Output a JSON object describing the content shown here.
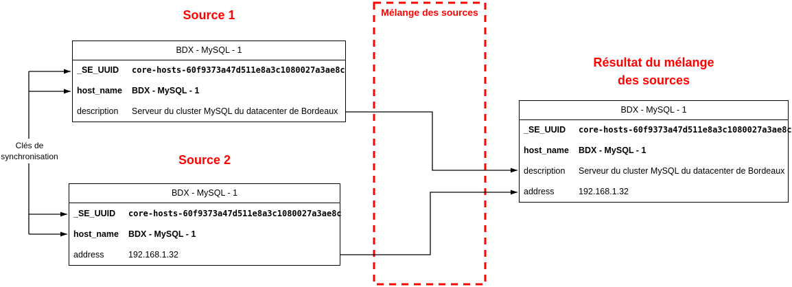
{
  "titles": {
    "source1": "Source 1",
    "source2": "Source 2",
    "merge_zone": "Mélange des sources",
    "result_line1": "Résultat du mélange",
    "result_line2": "des sources"
  },
  "sync_label": {
    "line1": "Clés de",
    "line2": "synchronisation"
  },
  "colors": {
    "accent_red": "#ff0000",
    "connector_black": "#000000",
    "box_border": "#000000",
    "background": "#ffffff"
  },
  "boxes": {
    "source1": {
      "header": "BDX - MySQL - 1",
      "rows": [
        {
          "label": "_SE_UUID",
          "value": "core-hosts-60f9373a47d511e8a3c1080027a3ae8c"
        },
        {
          "label": "host_name",
          "value": "BDX - MySQL - 1"
        },
        {
          "label": "description",
          "value": "Serveur du cluster MySQL du datacenter de Bordeaux"
        }
      ]
    },
    "source2": {
      "header": "BDX - MySQL - 1",
      "rows": [
        {
          "label": "_SE_UUID",
          "value": "core-hosts-60f9373a47d511e8a3c1080027a3ae8c"
        },
        {
          "label": "host_name",
          "value": "BDX - MySQL - 1"
        },
        {
          "label": "address",
          "value": "192.168.1.32"
        }
      ]
    },
    "result": {
      "header": "BDX - MySQL - 1",
      "rows": [
        {
          "label": "_SE_UUID",
          "value": "core-hosts-60f9373a47d511e8a3c1080027a3ae8c"
        },
        {
          "label": "host_name",
          "value": "BDX - MySQL - 1"
        },
        {
          "label": "description",
          "value": "Serveur du cluster MySQL du datacenter de Bordeaux"
        },
        {
          "label": "address",
          "value": "192.168.1.32"
        }
      ]
    }
  }
}
